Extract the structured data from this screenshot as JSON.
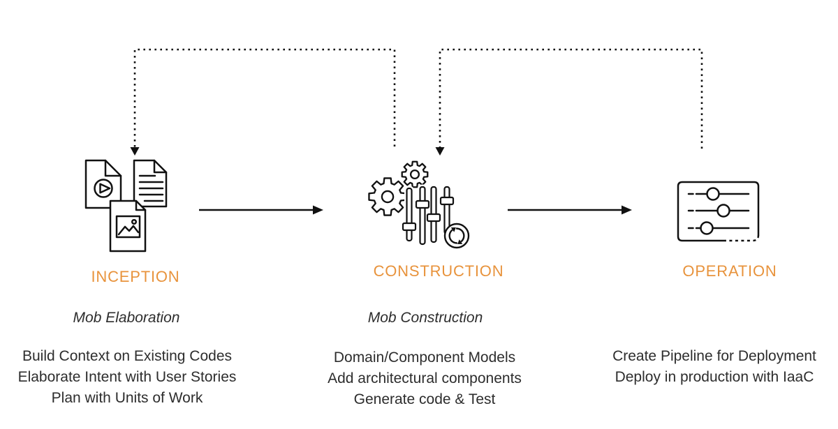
{
  "phases": [
    {
      "name": "INCEPTION",
      "subtitle": "Mob Elaboration",
      "description_lines": [
        "Build Context on Existing Codes",
        "Elaborate Intent with User Stories",
        "Plan with Units of Work"
      ],
      "icon": "media-documents-icon"
    },
    {
      "name": "CONSTRUCTION",
      "subtitle": "Mob Construction",
      "description_lines": [
        "Domain/Component Models",
        "Add architectural components",
        "Generate code & Test"
      ],
      "icon": "gears-equalizer-sync-icon"
    },
    {
      "name": "OPERATION",
      "subtitle": "",
      "description_lines": [
        "Create Pipeline for Deployment",
        "Deploy in production with IaaC"
      ],
      "icon": "settings-sliders-panel-icon"
    }
  ],
  "connectors": {
    "forward": [
      "inception-to-construction-arrow",
      "construction-to-operation-arrow"
    ],
    "feedback": [
      "construction-to-inception-dotted-loop",
      "operation-to-construction-dotted-loop"
    ]
  },
  "colors": {
    "accent_orange": "#E8933C",
    "line_black": "#111111",
    "text_dark": "#2D2D2D",
    "background": "#FFFFFF"
  }
}
